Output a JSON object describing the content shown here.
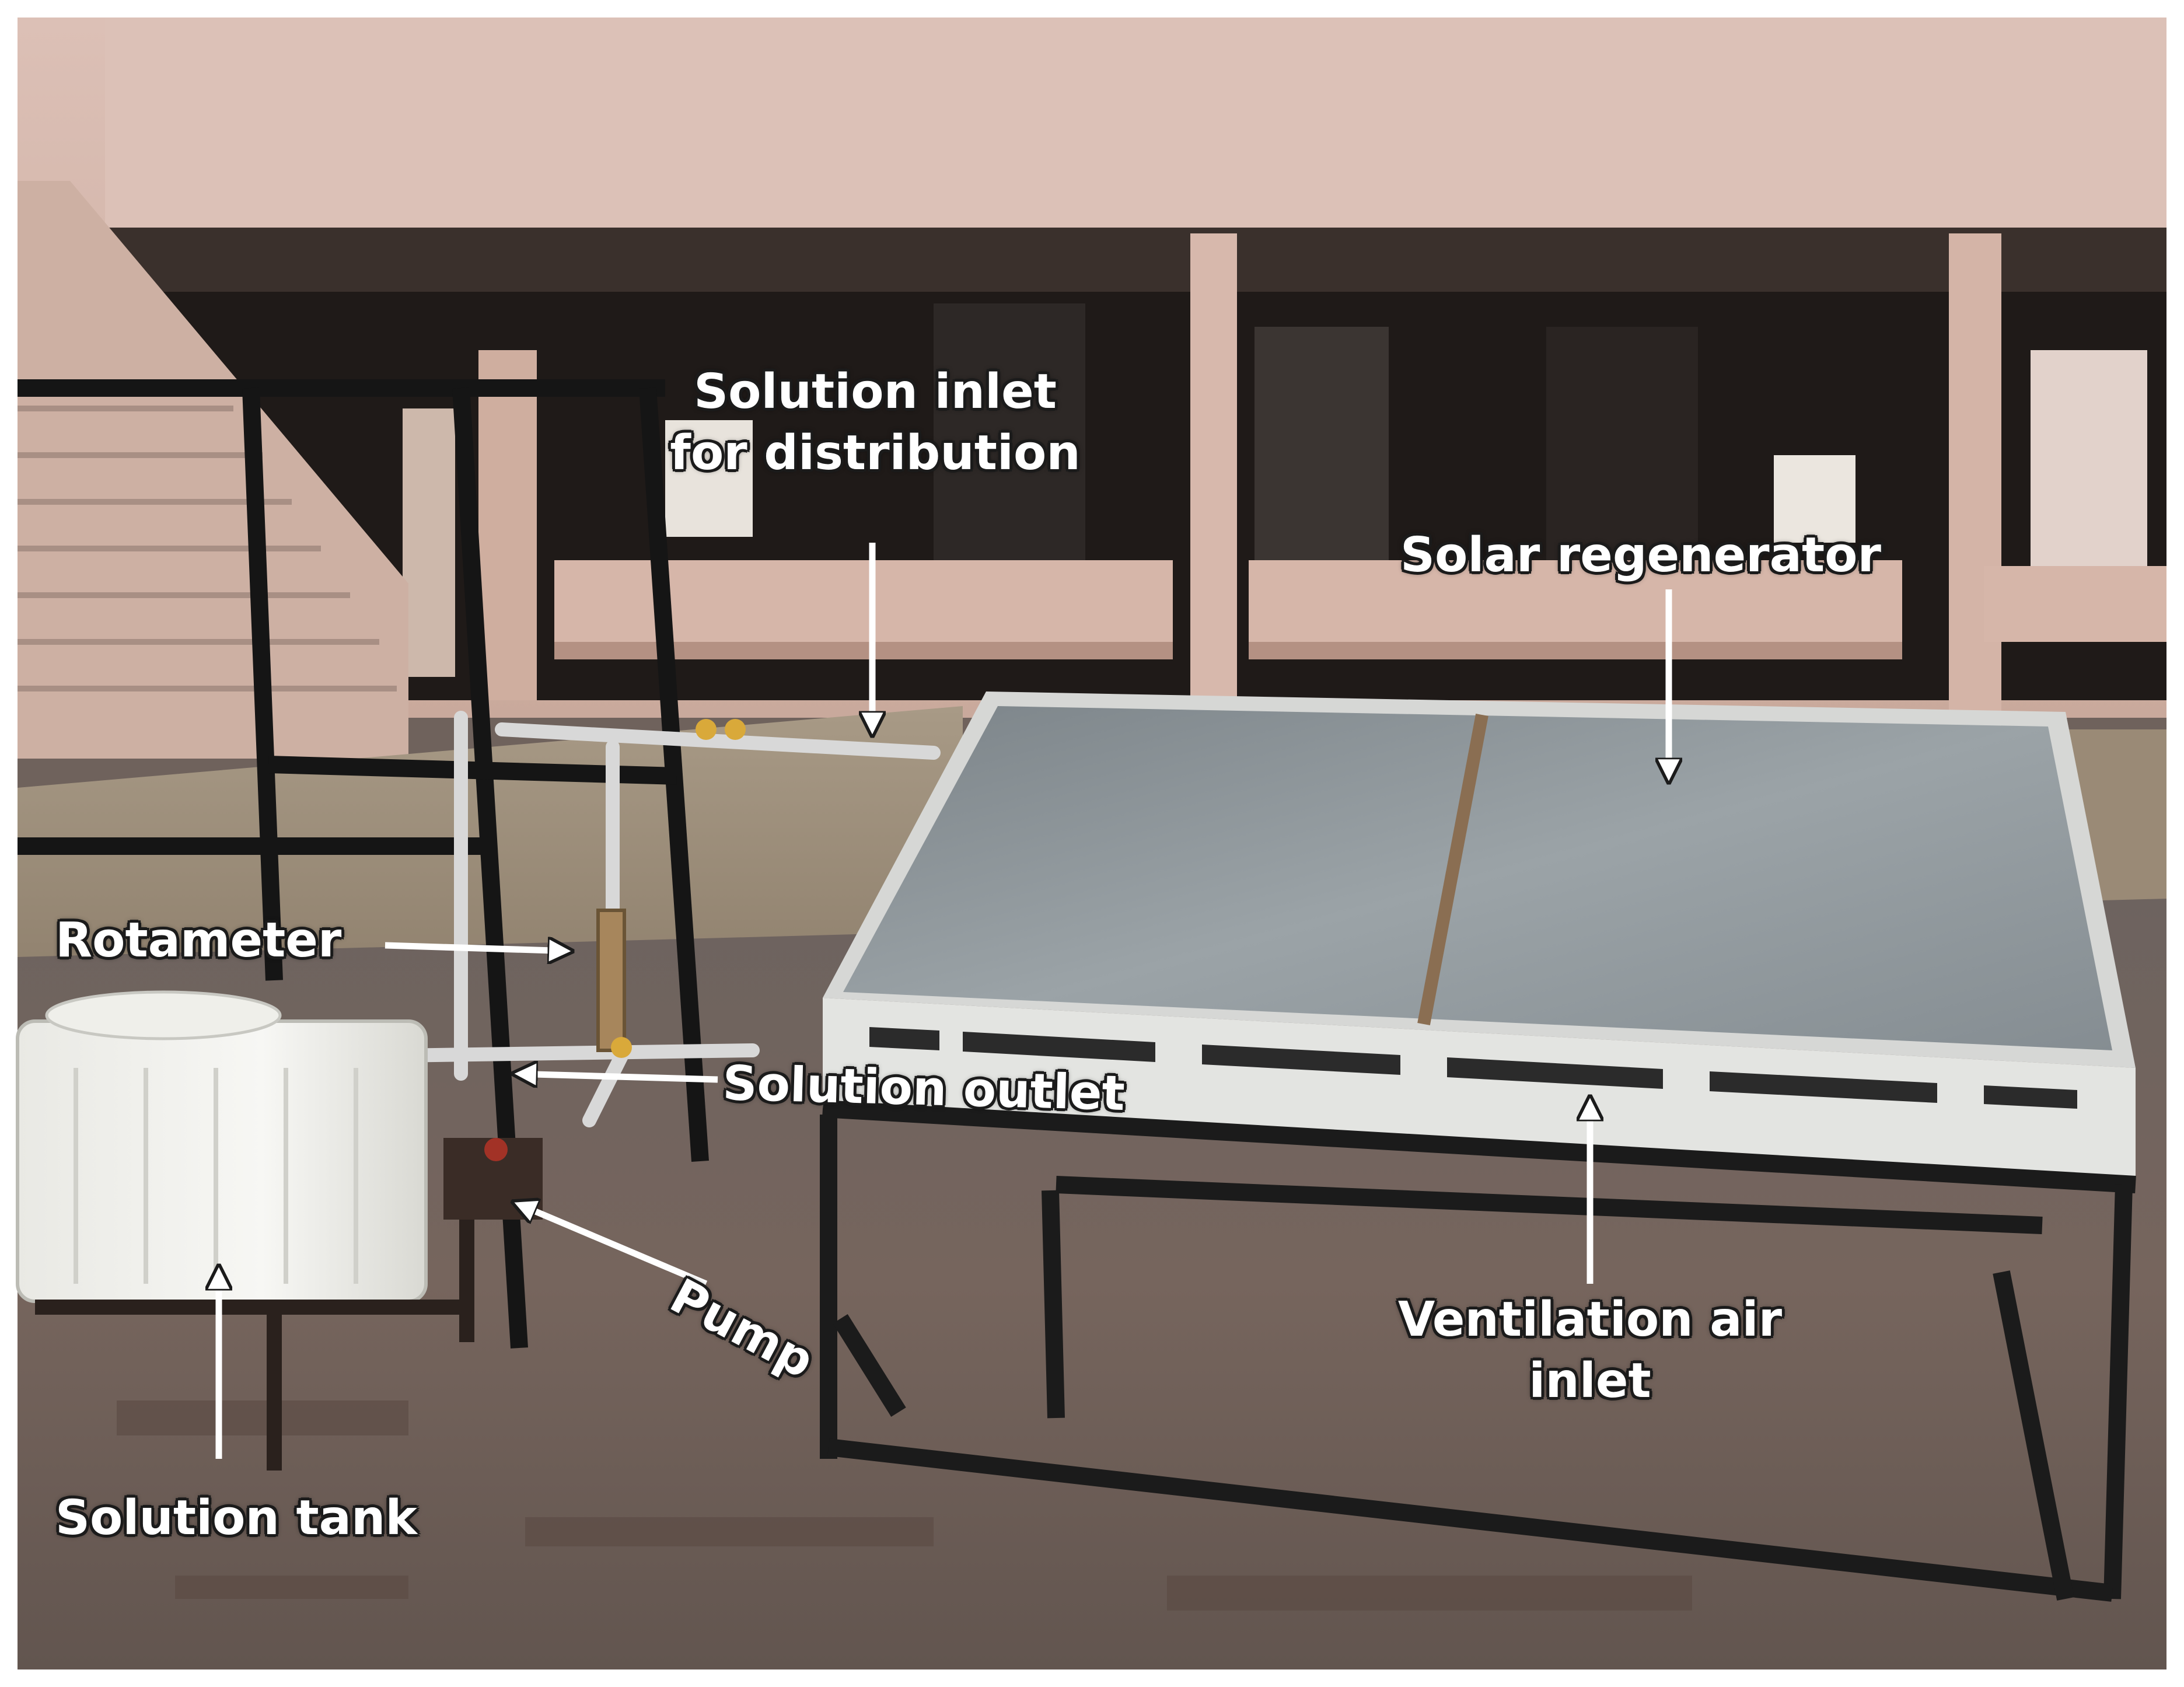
{
  "labels": {
    "solution_inlet_line1": "Solution inlet",
    "solution_inlet_line2": "for distribution",
    "solar_regenerator": "Solar regenerator",
    "rotameter": "Rotameter",
    "solution_outlet": "Solution outlet",
    "pump": "Pump",
    "ventilation_line1": "Ventilation air",
    "ventilation_line2": "inlet",
    "solution_tank": "Solution tank"
  },
  "icons": {
    "arrow": "arrow-icon"
  },
  "colors": {
    "label_text": "#ffffff",
    "label_outline": "#1b1b1b",
    "building_wall": "#d2b3a8",
    "panel_glass": "#8b949a",
    "frame_steel": "#1e1e1e",
    "tank": "#f2f2ef",
    "floor": "#6f625c"
  }
}
